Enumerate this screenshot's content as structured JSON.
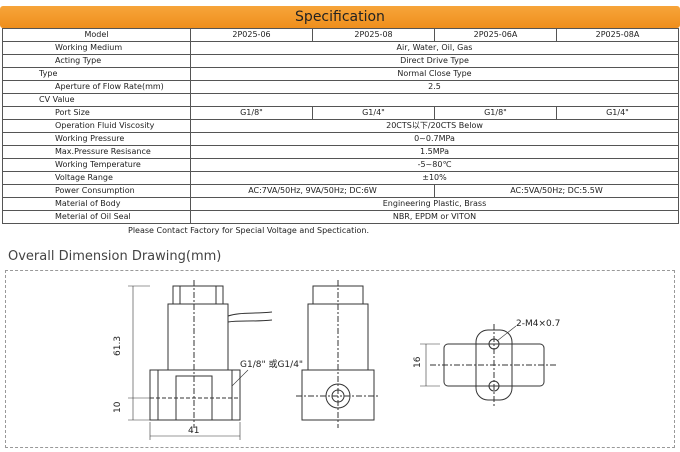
{
  "spec_title": "Specification",
  "columns": [
    "Model",
    "2P025-06",
    "2P025-08",
    "2P025-06A",
    "2P025-08A"
  ],
  "rows": [
    {
      "label": "Working Medium",
      "cells": [
        "Air, Water, Oil, Gas"
      ]
    },
    {
      "label": "Acting Type",
      "cells": [
        "Direct Drive Type"
      ]
    },
    {
      "label": "Type",
      "cells": [
        "Normal Close Type"
      ]
    },
    {
      "label": "Aperture of Flow Rate(mm)",
      "cells": [
        "2.5"
      ]
    },
    {
      "label": "CV Value",
      "cells": [
        ""
      ]
    },
    {
      "label": "Port Size",
      "cells": [
        "G1/8\"",
        "G1/4\"",
        "G1/8\"",
        "G1/4\""
      ]
    },
    {
      "label": "Operation Fluid Viscosity",
      "cells": [
        "20CTS以下/20CTS Below"
      ]
    },
    {
      "label": "Working Pressure",
      "cells": [
        "0~0.7MPa"
      ]
    },
    {
      "label": "Max.Pressure Resisance",
      "cells": [
        "1.5MPa"
      ]
    },
    {
      "label": "Working Temperature",
      "cells": [
        "-5~80℃"
      ]
    },
    {
      "label": "Voltage Range",
      "cells": [
        "±10%"
      ]
    },
    {
      "label": "Power Consumption",
      "cells": [
        "AC:7VA/50Hz, 9VA/50Hz;  DC:6W",
        "AC:5VA/50Hz;  DC:5.5W"
      ]
    },
    {
      "label": "Material of Body",
      "cells": [
        "Engineering Plastic, Brass"
      ]
    },
    {
      "label": "Meterial of Oil Seal",
      "cells": [
        "NBR, EPDM or VITON"
      ]
    }
  ],
  "note": "Please Contact Factory for Special Voltage and Spectication.",
  "drawing_title": "Overall Dimension Drawing(mm)",
  "drawing_labels": {
    "height": "61.3",
    "port_height": "10",
    "width": "41",
    "port": "G1/8\" 或G1/4\"",
    "mount_holes": "2-M4×0.7",
    "hole_spacing": "16"
  }
}
